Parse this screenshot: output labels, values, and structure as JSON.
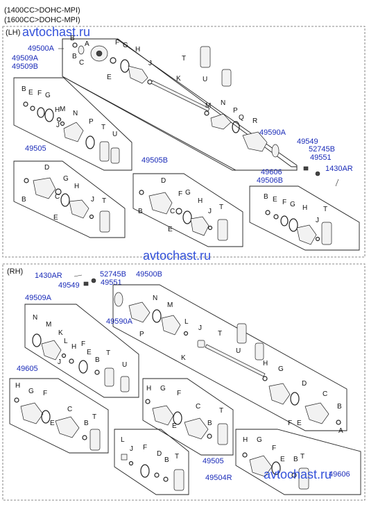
{
  "header": {
    "line1": "(1400CC>DOHC-MPI)",
    "line2": "(1600CC>DOHC-MPI)"
  },
  "sections": {
    "lh": "(LH)",
    "rh": "(RH)"
  },
  "watermark": "avtochast.ru",
  "part_numbers": {
    "lh_49500A": "49500A",
    "lh_49509A": "49509A",
    "lh_49509B": "49509B",
    "lh_49505": "49505",
    "lh_49505B": "49505B",
    "lh_49590A": "49590A",
    "lh_49549": "49549",
    "lh_52745B": "52745B",
    "lh_49551": "49551",
    "lh_1430AR": "1430AR",
    "lh_49606": "49606",
    "lh_49506B": "49506B",
    "rh_1430AR": "1430AR",
    "rh_52745B": "52745B",
    "rh_49549": "49549",
    "rh_49551": "49551",
    "rh_49500B": "49500B",
    "rh_49509A": "49509A",
    "rh_49590A": "49590A",
    "rh_49605": "49605",
    "rh_49505": "49505",
    "rh_49504R": "49504R",
    "rh_49606": "49606"
  },
  "letters": {
    "A": "A",
    "B": "B",
    "C": "C",
    "D": "D",
    "E": "E",
    "F": "F",
    "G": "G",
    "H": "H",
    "J": "J",
    "K": "K",
    "M": "M",
    "N": "N",
    "P": "P",
    "Q": "Q",
    "R": "R",
    "T": "T",
    "U": "U",
    "L": "L"
  }
}
